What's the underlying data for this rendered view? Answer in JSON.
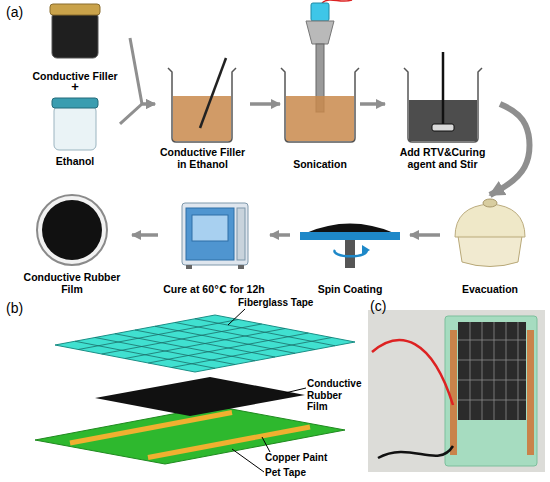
{
  "diagram": {
    "nodes": [
      {
        "text": [
          "Conductive Filler"
        ]
      },
      {
        "text": [
          "Ethanol"
        ]
      },
      {
        "text": [
          "Conductive Filler in Ethanol"
        ]
      },
      {
        "text": [
          "Sonication"
        ]
      },
      {
        "text": [
          "Add RTV&Curing agent and Stir"
        ]
      },
      {
        "text": [
          "Evacuation"
        ]
      },
      {
        "text": [
          "Spin Coating"
        ]
      },
      {
        "text": [
          "Cure at 60℃ for 12h"
        ]
      },
      {
        "text": [
          "Conductive Rubber Film"
        ]
      }
    ],
    "edges": [
      {
        "from": 0,
        "to": 2,
        "arrow": "to"
      },
      {
        "from": 1,
        "to": 2,
        "arrow": "to"
      },
      {
        "from": 2,
        "to": 3,
        "arrow": "to"
      },
      {
        "from": 3,
        "to": 4,
        "arrow": "to"
      },
      {
        "from": 4,
        "to": 5,
        "arrow": "to"
      },
      {
        "from": 5,
        "to": 6,
        "arrow": "to"
      },
      {
        "from": 6,
        "to": 7,
        "arrow": "to"
      },
      {
        "from": 7,
        "to": 8,
        "arrow": "to"
      }
    ],
    "labels": [
      "(a)",
      "+",
      "(b)",
      "Fiberglass Tape",
      "Conductive Rubber Film",
      "Copper Paint",
      "Pet Tape",
      "(c)"
    ]
  }
}
